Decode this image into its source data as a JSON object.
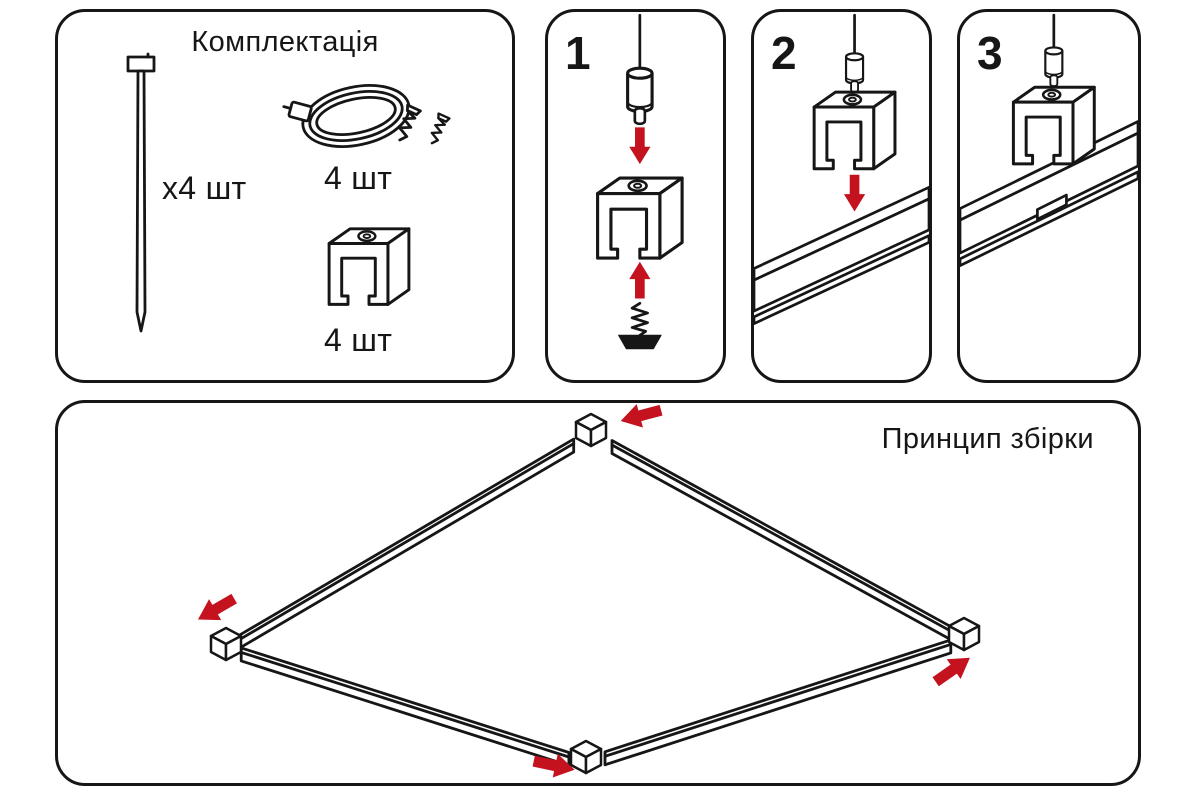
{
  "colors": {
    "line": "#161616",
    "arrow": "#c4121f",
    "background": "#ffffff"
  },
  "kit": {
    "title": "Комплектація",
    "items": [
      {
        "icon": "suspension-wire-icon",
        "qty_label": "x4 шт"
      },
      {
        "icon": "steel-cable-and-screws-icon",
        "qty_label": "4 шт"
      },
      {
        "icon": "mounting-clip-icon",
        "qty_label": "4 шт"
      }
    ]
  },
  "steps": [
    {
      "number": "1"
    },
    {
      "number": "2"
    },
    {
      "number": "3"
    }
  ],
  "assembly": {
    "title": "Принцип збірки"
  }
}
